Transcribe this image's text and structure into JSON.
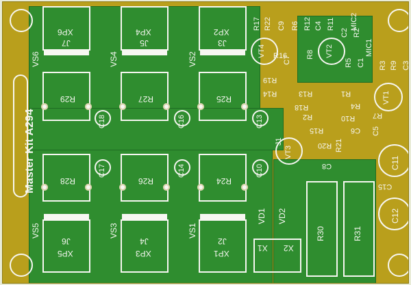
{
  "board": {
    "title": "Master Kit A294"
  },
  "labels": {
    "vs": [
      "VS6",
      "VS4",
      "VS2",
      "VS5",
      "VS3",
      "VS1"
    ],
    "xp_top": [
      "XP6",
      "XP4",
      "XP2"
    ],
    "j_top": [
      "J7",
      "J5",
      "J3"
    ],
    "r_top": [
      "R29",
      "R27",
      "R25"
    ],
    "c_mid": [
      "C18",
      "C16",
      "C13",
      "C17",
      "C14",
      "C10"
    ],
    "r_bot": [
      "R28",
      "R26",
      "R24"
    ],
    "j_bot": [
      "J6",
      "J4",
      "J2"
    ],
    "xp_bot": [
      "XP5",
      "XP3",
      "XP1"
    ],
    "x": [
      "X1",
      "X2"
    ],
    "vd": [
      "VD1",
      "VD2"
    ],
    "big_r": [
      "R30",
      "R31"
    ],
    "right": {
      "top_row": [
        "R17",
        "R22",
        "C9",
        "R6",
        "R12",
        "C4",
        "R11",
        "MIC2"
      ],
      "col2": [
        "C2",
        "R2"
      ],
      "mic1": "MIC1",
      "vt": [
        "VT4",
        "VT2",
        "VT1",
        "VT3"
      ],
      "misc": [
        "R16",
        "C7",
        "R8",
        "R5",
        "C1",
        "R3",
        "R9",
        "C3",
        "R19",
        "R14",
        "R13",
        "R1",
        "R18",
        "R7",
        "R4",
        "R2",
        "R10",
        "R15",
        "C6",
        "R20",
        "C5",
        "C8",
        "R21",
        "C11",
        "C15",
        "C12",
        "J1"
      ]
    }
  }
}
